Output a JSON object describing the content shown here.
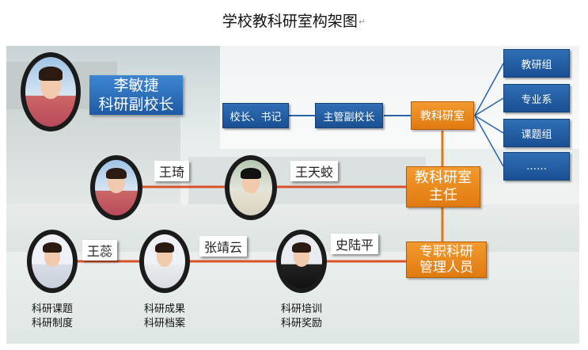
{
  "title": "学校教科研室构架图",
  "vice_principal": {
    "line1": "李敏捷",
    "line2": "科研副校长"
  },
  "top_chain": {
    "principal": "校长、书记",
    "deputy": "主管副校长",
    "office": "教科研室"
  },
  "branches": [
    "教研组",
    "专业系",
    "课题组",
    "……"
  ],
  "director_box": {
    "line1": "教科研室",
    "line2": "主任"
  },
  "manager_box": {
    "line1": "专职科研",
    "line2": "管理人员"
  },
  "people": {
    "wang_qi": "王琦",
    "wang_tianjiao": "王天蛟",
    "wang_rui": "王蕊",
    "zhang_jingyun": "张靖云",
    "shi_luping": "史陆平"
  },
  "captions": {
    "wang_rui": {
      "line1": "科研课题",
      "line2": "科研制度"
    },
    "zhang_jingyun": {
      "line1": "科研成果",
      "line2": "科研档案"
    },
    "shi_luping": {
      "line1": "科研培训",
      "line2": "科研奖励"
    }
  },
  "colors": {
    "blue": "#1f5aa0",
    "orange": "#e8861a",
    "line": "#d9522a"
  }
}
